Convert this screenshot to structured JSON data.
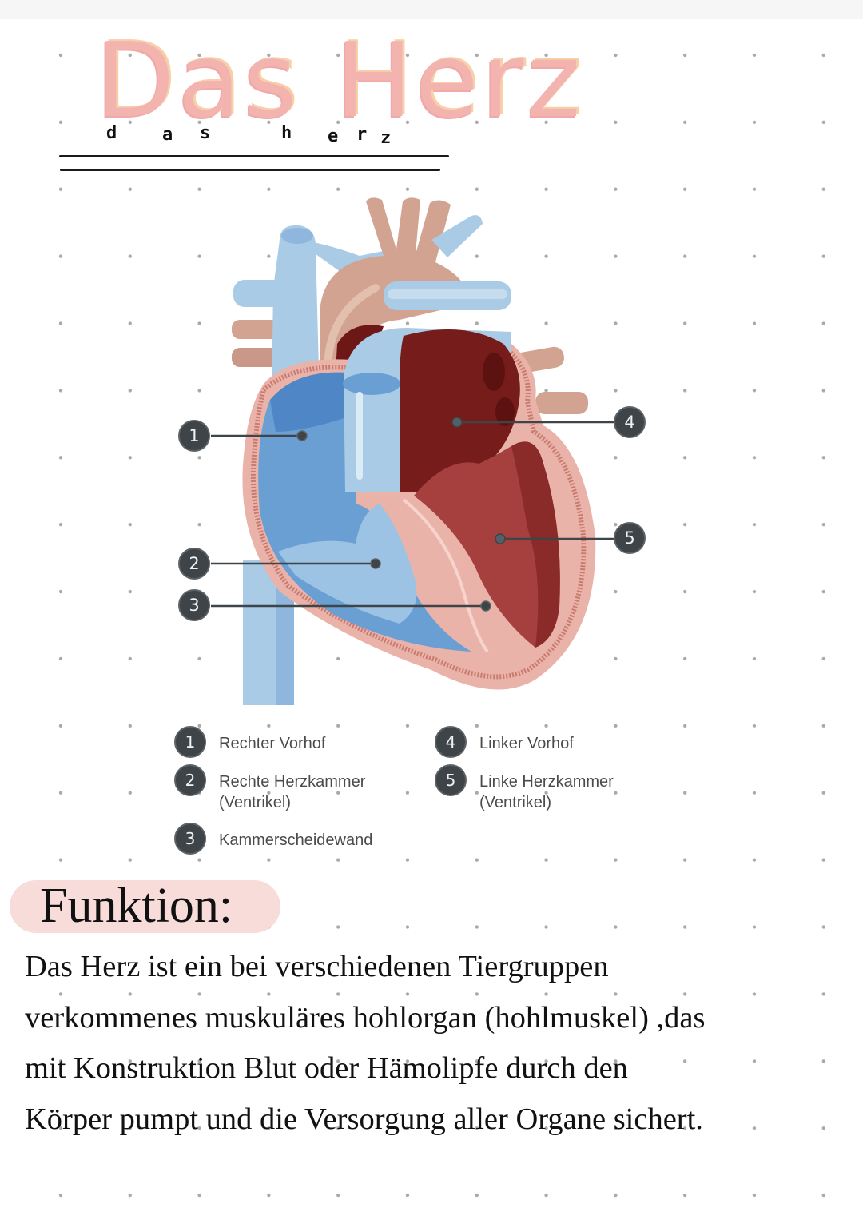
{
  "page": {
    "title": {
      "large": [
        "Das",
        "Herz"
      ],
      "small_letters": [
        "d",
        "a",
        "s",
        "h",
        "e",
        "r",
        "z"
      ]
    }
  },
  "diagram": {
    "description": "Querschnitt eines menschlichen Herzens",
    "markers": [
      {
        "number": "1",
        "target": "Rechter Vorhof"
      },
      {
        "number": "2",
        "target": "Rechte Herzkammer"
      },
      {
        "number": "3",
        "target": "Kammerscheidewand"
      },
      {
        "number": "4",
        "target": "Linker Vorhof"
      },
      {
        "number": "5",
        "target": "Linke Herzkammer"
      }
    ],
    "colors": {
      "deoxygenated_blue": "#6a9fd4",
      "vein_light_blue": "#a9cbe6",
      "artery_tan": "#d1a390",
      "oxygenated_dark_red": "#761c1a",
      "ventricle_red": "#a5403f",
      "muscle_pink": "#eab3a9",
      "badge_dark": "#3e4448"
    }
  },
  "legend": {
    "items": [
      {
        "number": "1",
        "line1": "Rechter Vorhof",
        "line2": ""
      },
      {
        "number": "2",
        "line1": "Rechte Herzkammer",
        "line2": "(Ventrikel)"
      },
      {
        "number": "3",
        "line1": "Kammerscheidewand",
        "line2": ""
      },
      {
        "number": "4",
        "line1": "Linker Vorhof",
        "line2": ""
      },
      {
        "number": "5",
        "line1": "Linke Herzkammer",
        "line2": "(Ventrikel)"
      }
    ]
  },
  "funktion": {
    "heading": "Funktion:",
    "highlight_color": "#f8dcda",
    "lines": [
      "Das Herz ist ein bei verschiedenen Tiergruppen",
      "verkommenes muskuläres hohlorgan (hohlmuskel) ,das",
      "mit Konstruktion Blut oder Hämolipfe durch den",
      "Körper pumpt und die Versorgung aller Organe sichert."
    ]
  }
}
